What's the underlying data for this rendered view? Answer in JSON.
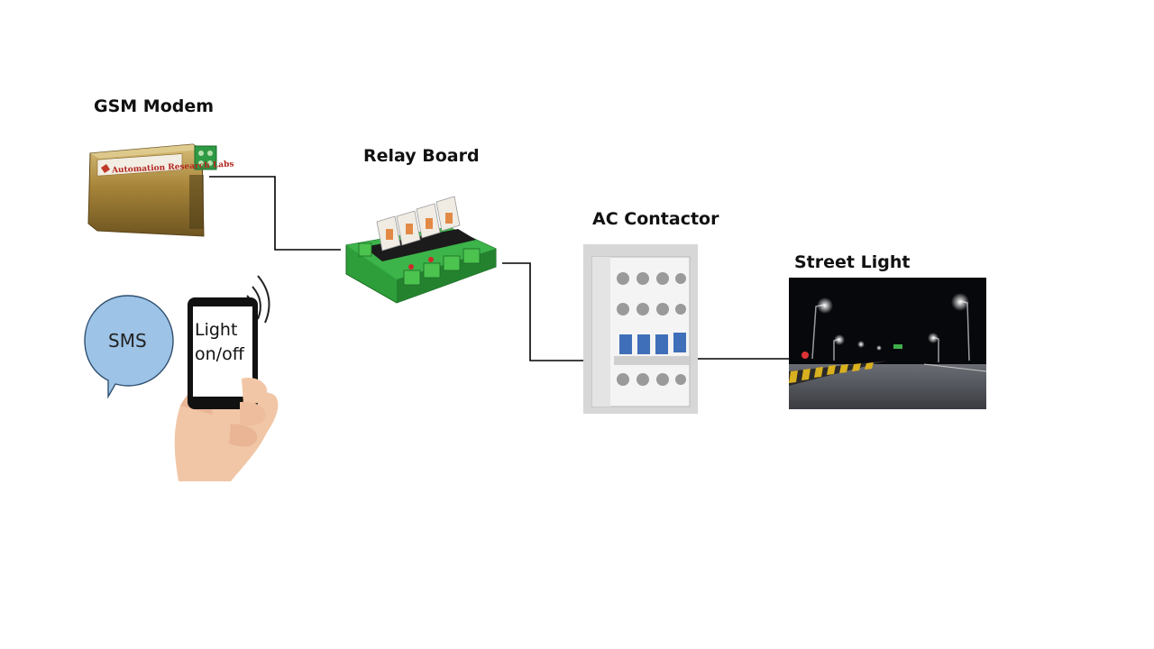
{
  "diagram": {
    "labels": {
      "gsm_modem": "GSM Modem",
      "relay_board": "Relay Board",
      "ac_contactor": "AC Contactor",
      "street_light": "Street Light"
    },
    "sms_bubble": {
      "text": "SMS"
    },
    "phone": {
      "line1": "Light",
      "line2": "on/off"
    },
    "modem": {
      "brand": "Automation Research Labs"
    },
    "colors": {
      "sms_bubble": "#9dc3e6",
      "relay_board": "#2e9e3a",
      "modem_body": "#b08d3c",
      "connector": "#000000",
      "contactor_blue": "#3f6fb8"
    }
  }
}
